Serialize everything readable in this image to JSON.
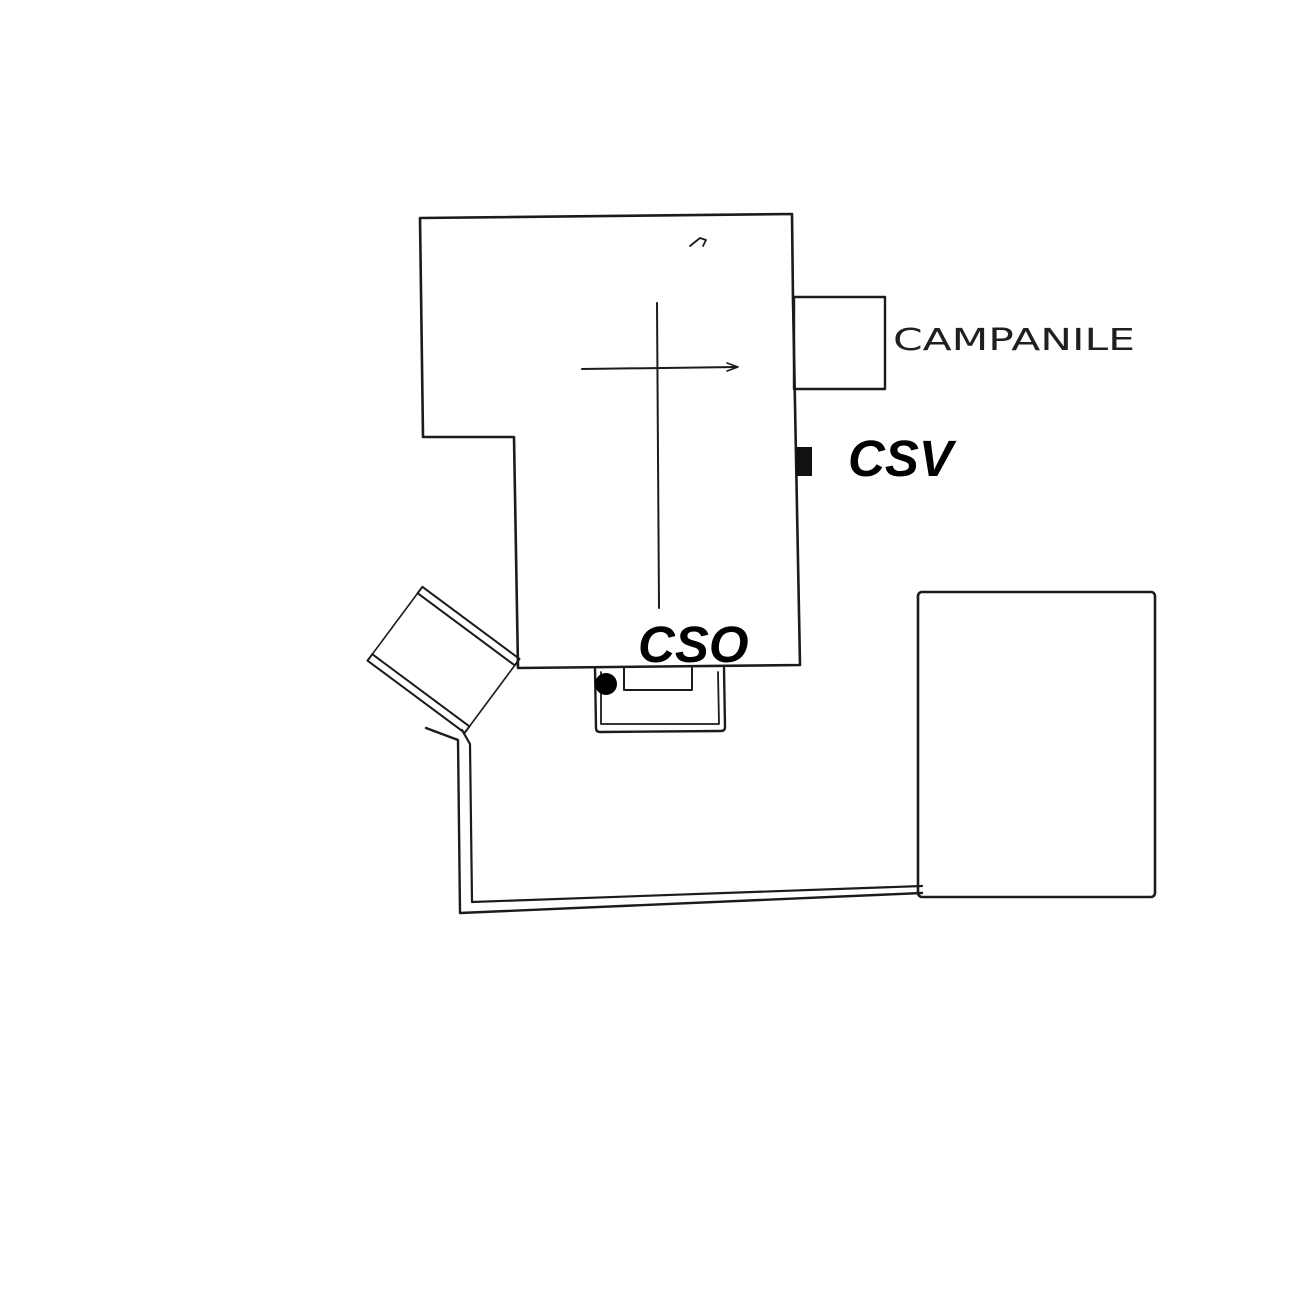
{
  "labels": {
    "campanile": "CAMPANILE",
    "csv": "CSV",
    "cso": "CSO"
  },
  "colors": {
    "ink": "#1b1b1b",
    "paper": "#ffffff",
    "marker": "#000000"
  }
}
